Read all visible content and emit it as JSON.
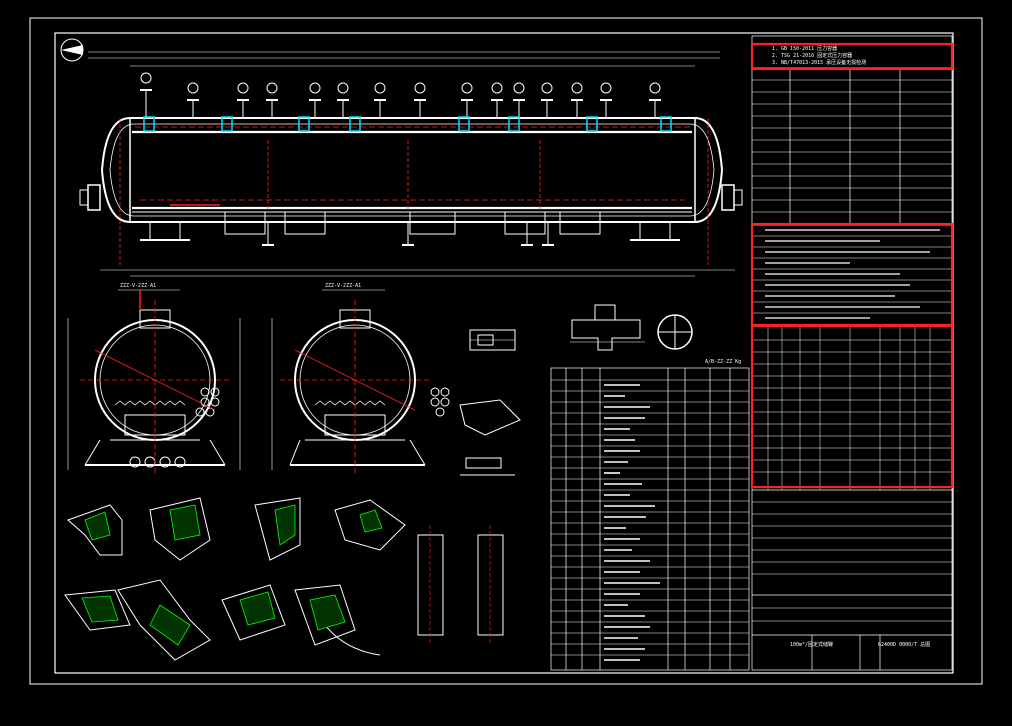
{
  "drawing": {
    "standards": {
      "line1": "1. GB 150-2011 压力容器",
      "line2": "2. TSG 21-2016 固定式压力容器",
      "line3": "3. NB/T47013-2015 承压设备无损检测"
    },
    "view_labels": {
      "section_a": "ZZZ-V-2ZZ-A1",
      "section_b": "ZZZ-V-2ZZ-A1",
      "nozzle_table_title": "A/B-ZZ-ZZ Kg"
    },
    "title_block": {
      "title": "100m³/固定式储罐",
      "drawing_no": "62400D 0000/T 总图"
    }
  },
  "colors": {
    "line": "#ffffff",
    "red": "#ff2020",
    "cyan": "#00e0ff",
    "green": "#00ff00",
    "yellow": "#ffff00",
    "background": "#000000"
  }
}
